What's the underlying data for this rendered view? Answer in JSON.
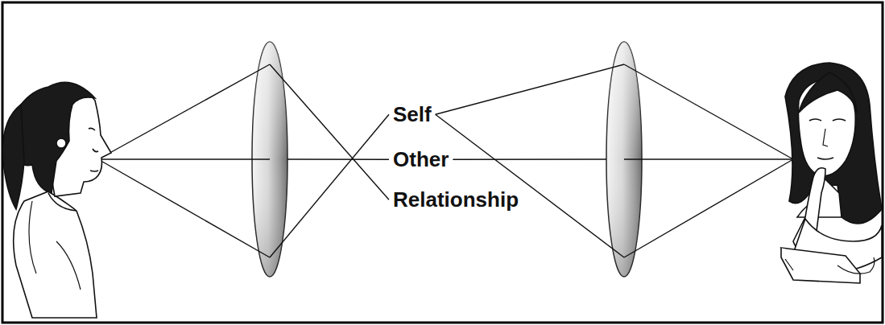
{
  "diagram": {
    "labels": [
      "Self",
      "Other",
      "Relationship"
    ]
  }
}
